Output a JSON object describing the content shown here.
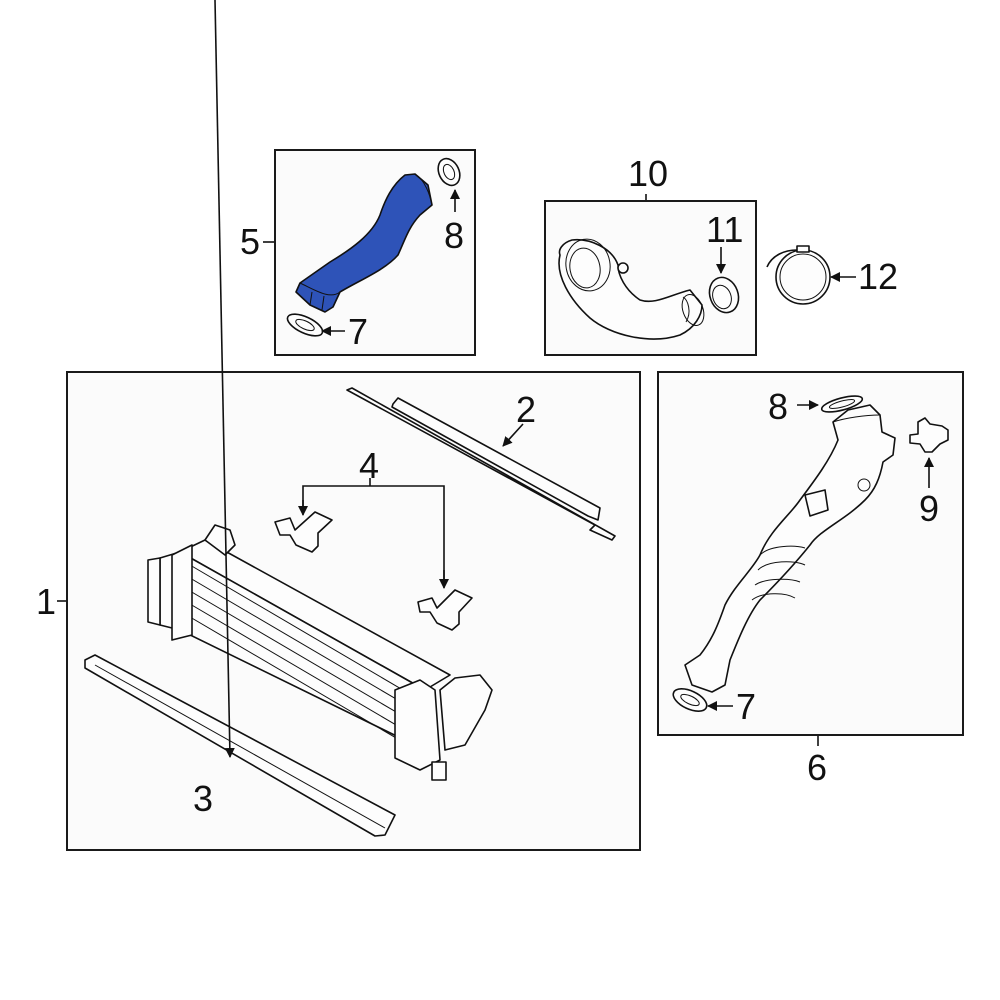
{
  "diagram": {
    "type": "exploded-parts-diagram",
    "highlight_color": "#2e53b8",
    "groups": [
      {
        "id": "box-5",
        "callout": "5",
        "items": [
          "7",
          "8"
        ]
      },
      {
        "id": "box-10",
        "callout": "10",
        "items": [
          "11"
        ]
      },
      {
        "id": "box-1",
        "callout": "1",
        "items": [
          "2",
          "3",
          "4"
        ]
      },
      {
        "id": "box-6",
        "callout": "6",
        "items": [
          "7",
          "8",
          "9"
        ]
      }
    ],
    "callouts": {
      "c1": "1",
      "c2": "2",
      "c3": "3",
      "c4": "4",
      "c5": "5",
      "c6": "6",
      "c7a": "7",
      "c7b": "7",
      "c8a": "8",
      "c8b": "8",
      "c9": "9",
      "c10": "10",
      "c11": "11",
      "c12": "12"
    },
    "parts": {
      "p1": "intercooler",
      "p2": "upper seal strip",
      "p3": "lower seal strip",
      "p4": "mounting brackets",
      "p5": "intercooler hose (highlighted)",
      "p6": "charge air pipe",
      "p7": "o-ring seal",
      "p8": "o-ring seal",
      "p9": "sensor",
      "p10": "intake pipe",
      "p11": "seal",
      "p12": "hose clamp"
    }
  }
}
